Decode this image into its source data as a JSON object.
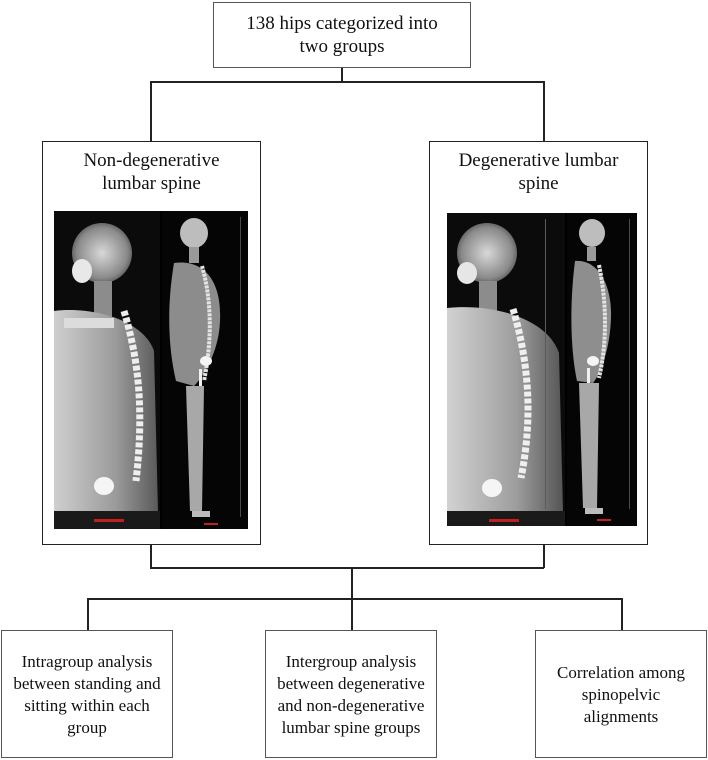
{
  "top": {
    "text": "138 hips categorized into\ntwo groups"
  },
  "groups": [
    {
      "title": "Non-degenerative\nlumbar spine"
    },
    {
      "title": "Degenerative lumbar\nspine"
    }
  ],
  "analyses": [
    {
      "text": "Intragroup analysis\nbetween standing and\nsitting within each\ngroup"
    },
    {
      "text": "Intergroup analysis\nbetween degenerative\nand non-degenerative\nlumbar spine groups"
    },
    {
      "text": "Correlation among\nspinopelvic\nalignments"
    }
  ]
}
